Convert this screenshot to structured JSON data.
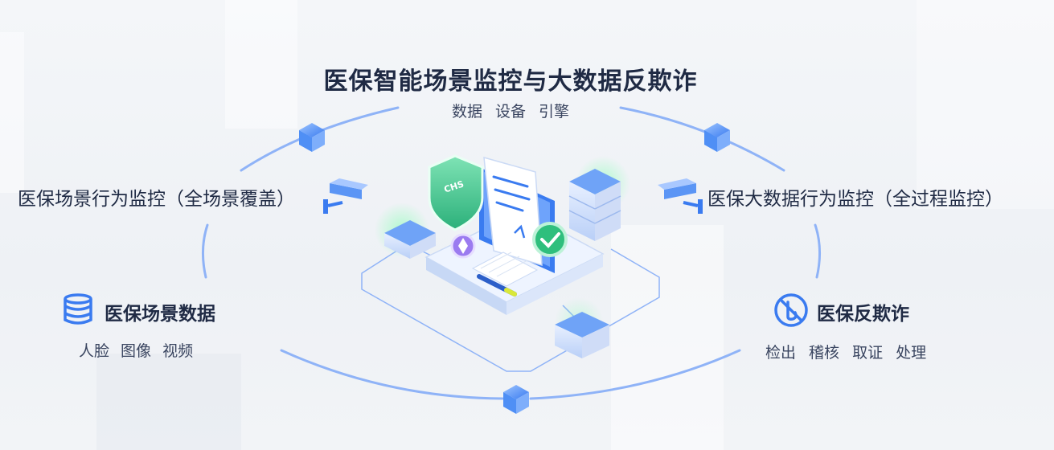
{
  "header": {
    "title": "医保智能场景监控与大数据反欺诈",
    "subtitle": "数据  设备  引擎"
  },
  "left_monitor": {
    "label": "医保场景行为监控（全场景覆盖）"
  },
  "right_monitor": {
    "label": "医保大数据行为监控（全过程监控）"
  },
  "scene_data": {
    "title": "医保场景数据",
    "items": "人脸 图像  视频",
    "icon": "database-icon"
  },
  "anti_fraud": {
    "title": "医保反欺诈",
    "items": "检出  稽核  取证  处理",
    "icon": "fraud-check-icon"
  },
  "center": {
    "shield_text": "CHS"
  },
  "colors": {
    "accent": "#3a7bf0",
    "ring": "#8fb3f7",
    "shield": "#3fc98a",
    "text": "#1f2a44"
  }
}
